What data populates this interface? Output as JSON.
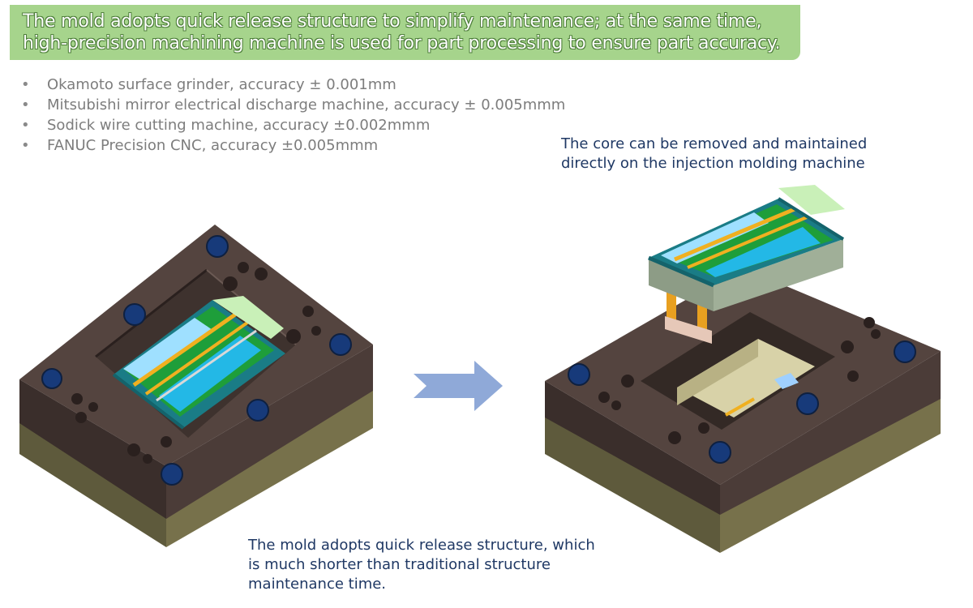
{
  "banner": {
    "line1": "The mold adopts quick release structure to simplify maintenance; at the same time,",
    "line2": "high-precision machining machine is used for part processing to ensure part accuracy."
  },
  "bullet_symbol": "•",
  "bullets": [
    "Okamoto surface grinder, accuracy ± 0.001mm",
    "Mitsubishi mirror electrical discharge machine, accuracy ± 0.005mmm",
    "Sodick wire cutting machine, accuracy ±0.002mmm",
    "FANUC Precision CNC, accuracy ±0.005mmm"
  ],
  "captions": {
    "core_removed": {
      "line1": "The core can be removed and maintained",
      "line2": "directly on the injection molding machine"
    },
    "quick_release": {
      "line1": "The mold adopts quick release structure, which",
      "line2": "is much shorter than traditional structure",
      "line3": "maintenance time."
    }
  },
  "colors": {
    "banner_green": "#a6d48c",
    "mold_plate": "#4a3b37",
    "mold_base": "#6b6646",
    "insert_green": "#1e9e3a",
    "insert_cyan": "#23b8e6",
    "arrow_blue": "#8fa9d8",
    "caption_navy": "#1f3864"
  },
  "icons": {
    "transition_arrow": "right-arrow-icon"
  }
}
